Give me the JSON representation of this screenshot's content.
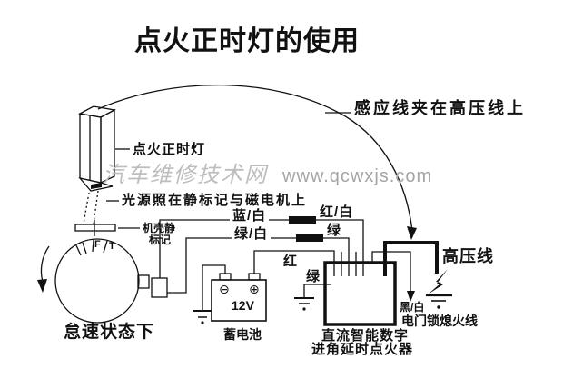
{
  "colors": {
    "ink": "#111111",
    "watermark_cn": "#bdbdbd",
    "watermark_en": "#a5a5a5"
  },
  "title": "点火正时灯的使用",
  "watermark": {
    "site_name": "汽车维修技术网",
    "url": "www.qcwxjs.com"
  },
  "annotations": {
    "induction_clip": "感应线夹在高压线上",
    "timing_light": "点火正时灯",
    "light_source": "光源照在静标记与磁电机上",
    "case_mark": [
      "机壳静",
      "标记"
    ],
    "idle_state": "怠速状态下",
    "high_voltage_wire": "高压线",
    "black_white_wire": "黑/白",
    "kill_wire": "电门锁熄火线",
    "igniter_name": [
      "直流智能数字",
      "进角延时点火器"
    ]
  },
  "wire_labels": {
    "blue_white": "蓝/白",
    "green_white": "绿/白",
    "red_white": "红/白",
    "green_top": "绿",
    "red": "红",
    "green_bottom": "绿"
  },
  "battery": {
    "voltage": "12V",
    "name": "蓄电池",
    "negative": "⊖",
    "positive": "⊕"
  },
  "flywheel_marks": {
    "f": "F",
    "t": "T"
  }
}
